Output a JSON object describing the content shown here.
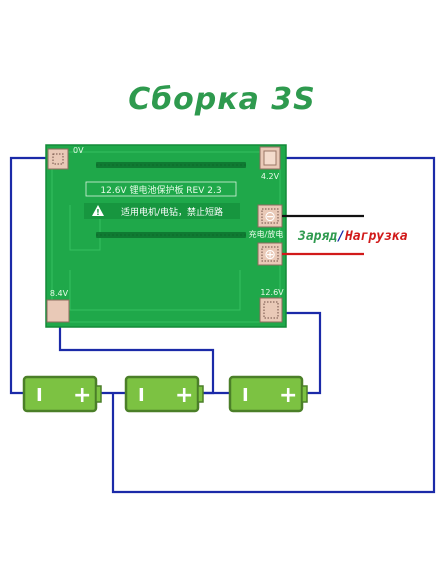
{
  "title": "Сборка 3S",
  "board": {
    "label_rev": "12.6V 锂电池保护板 REV 2.3",
    "warning": "适用电机/电钻，禁止短路",
    "pad_0v": "0V",
    "pad_42v": "4.2V",
    "pad_84v": "8.4V",
    "pad_126v": "12.6V",
    "pad_charge": "充电/放电",
    "minus_symbol": "⊖",
    "plus_symbol": "⊕"
  },
  "output_label": {
    "charge": "Заряд",
    "separator": "/",
    "load": "Нагрузка"
  },
  "batteries": [
    {
      "minus": "I",
      "plus": "+"
    },
    {
      "minus": "I",
      "plus": "+"
    },
    {
      "minus": "I",
      "plus": "+"
    }
  ],
  "colors": {
    "title": "#2e9a4e",
    "board": "#1fa84a",
    "wire": "#1b2aa8",
    "wire_black": "#111111",
    "wire_red": "#d11a1a",
    "battery": "#7cc242",
    "charge_label": "#2e9a4e",
    "load_label": "#d11a1a"
  }
}
